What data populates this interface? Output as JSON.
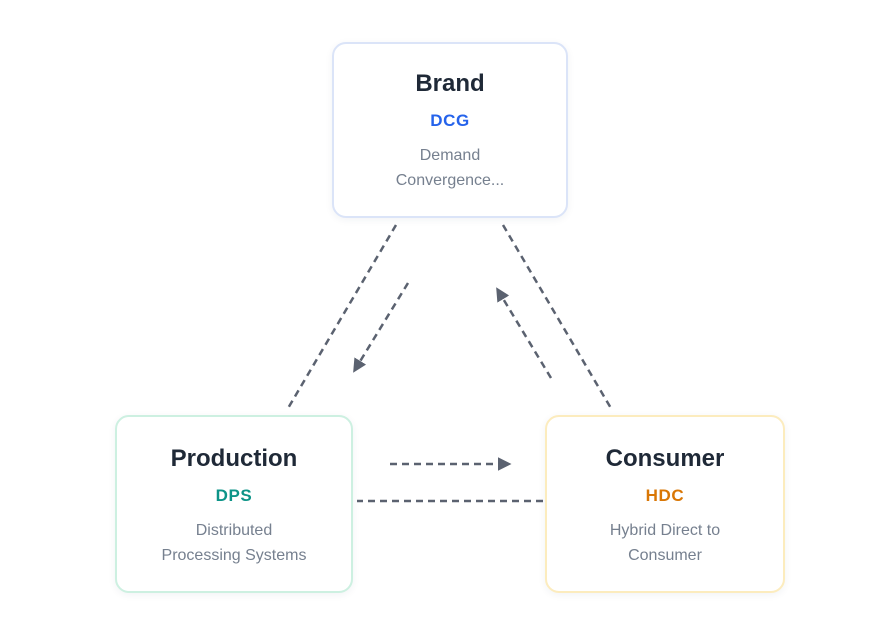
{
  "diagram": {
    "background": "#ffffff",
    "edge_color": "#5b6270",
    "nodes": {
      "brand": {
        "title": "Brand",
        "abbr": "DCG",
        "abbr_color": "#2563eb",
        "border_color": "#dbe4f8",
        "description": "Demand Convergence...",
        "description_lines": [
          "Demand",
          "Convergence..."
        ]
      },
      "production": {
        "title": "Production",
        "abbr": "DPS",
        "abbr_color": "#0d9488",
        "border_color": "#cdf0e1",
        "description": "Distributed Processing Systems",
        "description_lines": [
          "Distributed",
          "Processing Systems"
        ]
      },
      "consumer": {
        "title": "Consumer",
        "abbr": "HDC",
        "abbr_color": "#d97706",
        "border_color": "#fcecbe",
        "description": "Hybrid Direct to Consumer",
        "description_lines": [
          "Hybrid Direct to",
          "Consumer"
        ]
      }
    },
    "edges": [
      {
        "from": "brand",
        "to": "production",
        "style": "dashed-arrow"
      },
      {
        "from": "production",
        "to": "brand",
        "style": "dashed"
      },
      {
        "from": "brand",
        "to": "consumer",
        "style": "dashed"
      },
      {
        "from": "consumer",
        "to": "brand",
        "style": "dashed-arrow"
      },
      {
        "from": "production",
        "to": "consumer",
        "style": "dashed-arrow"
      },
      {
        "from": "consumer",
        "to": "production",
        "style": "dashed"
      }
    ]
  }
}
